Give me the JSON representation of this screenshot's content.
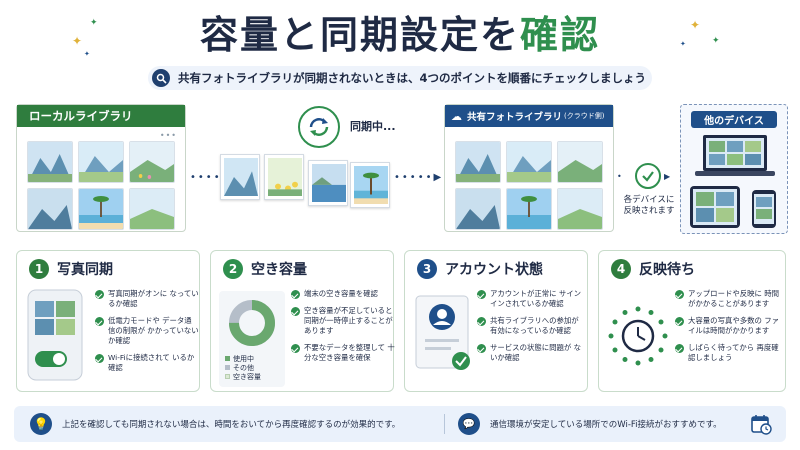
{
  "header": {
    "title_part1": "容量と同期設定を",
    "title_part2": "確認",
    "subtitle": "共有フォトライブラリが同期されないときは、4つのポイントを順番にチェックしましょう"
  },
  "diagram": {
    "local_library_label": "ローカルライブラリ",
    "sync_label": "同期中...",
    "shared_library_label": "共有フォトライブラリ",
    "shared_library_sub": "(クラウド側)",
    "reflect_label_line1": "各デバイスに",
    "reflect_label_line2": "反映されます",
    "other_devices_label": "他のデバイス"
  },
  "steps": [
    {
      "number": "1",
      "title": "写真同期",
      "bullets": [
        "写真同期がオンに なっているか確認",
        "低電力モードや データ通信の制限が かかっていないか確認",
        "Wi-Fiに接続されて いるか確認"
      ]
    },
    {
      "number": "2",
      "title": "空き容量",
      "bullets": [
        "端末の空き容量を確認",
        "空き容量が不足していると 同期が一時停止することが あります",
        "不要なデータを整理して 十分な空き容量を確保"
      ],
      "storage": {
        "legend": [
          "使用中",
          "その他",
          "空き容量"
        ],
        "used": 0.75,
        "other": 0.25,
        "colors": [
          "#6aa86f",
          "#b5bec9",
          "#dbe9d4"
        ]
      }
    },
    {
      "number": "3",
      "title": "アカウント状態",
      "bullets": [
        "アカウントが正常に サインインされているか確認",
        "共有ライブラリへの参加が 有効になっているか確認",
        "サービスの状態に問題が ないか確認"
      ]
    },
    {
      "number": "4",
      "title": "反映待ち",
      "bullets": [
        "アップロードや反映に 時間がかかることがあります",
        "大容量の写真や多数の ファイルは時間がかかります",
        "しばらく待ってから 再度確認しましょう"
      ]
    }
  ],
  "footer": {
    "tip1": "上記を確認しても同期されない場合は、時間をおいてから再度確認するのが効果的です。",
    "tip2": "通信環境が安定している場所でのWi-Fi接続がおすすめです。"
  },
  "colors": {
    "navy": "#1f2a44",
    "green": "#2f8f4e",
    "blue": "#1f4f8a",
    "local_header": "#2f7d3e",
    "shared_header": "#1f4f8a"
  },
  "icons": [
    "search-icon",
    "sync-icon",
    "check-icon",
    "cloud-icon",
    "lightbulb-icon",
    "chat-icon",
    "calendar-icon",
    "clock-icon",
    "user-icon",
    "phone-icon",
    "laptop-icon",
    "tablet-icon"
  ]
}
